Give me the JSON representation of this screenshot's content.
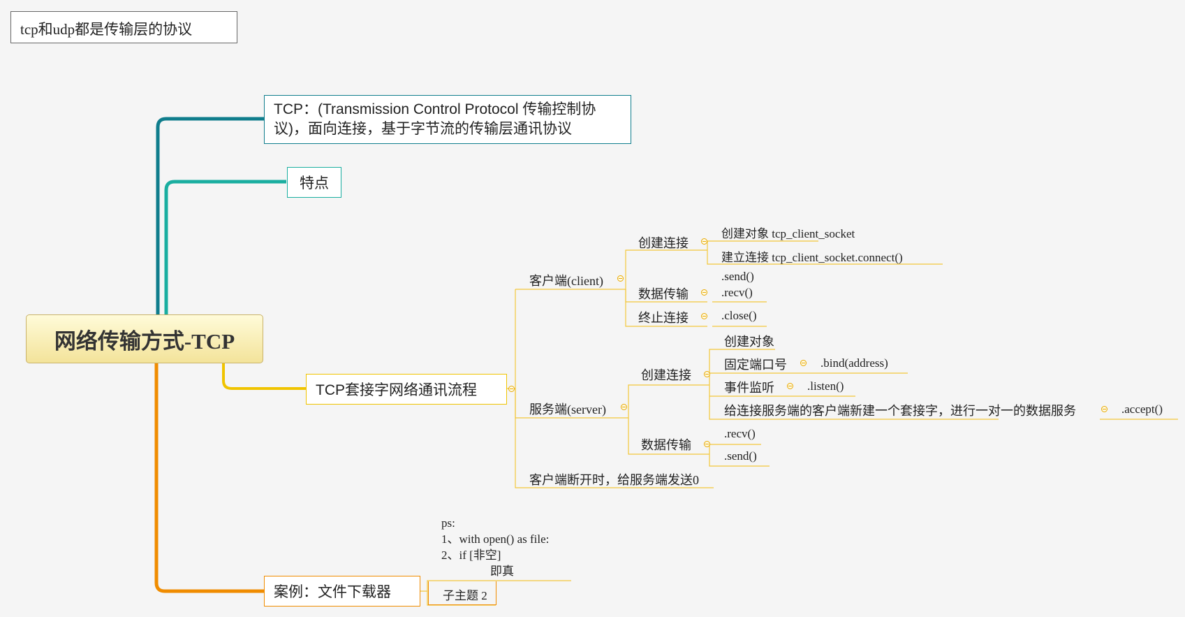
{
  "note": "tcp和udp都是传输层的协议",
  "root": "网络传输方式-TCP",
  "branches": {
    "tcp_def": "TCP：(Transmission Control Protocol 传输控制协议)，面向连接，基于字节流的传输层通讯协议",
    "tcp_def_line1": "TCP：(Transmission Control Protocol 传输控制协",
    "tcp_def_line2": "议)，面向连接，基于字节流的传输层通讯协议",
    "features": "特点",
    "flow": "TCP套接字网络通讯流程",
    "case": "案例：文件下载器"
  },
  "client": {
    "label": "客户端(client)",
    "connect": "创建连接",
    "create_obj": "创建对象 tcp_client_socket",
    "establish": "建立连接 tcp_client_socket.connect()",
    "transfer": "数据传输",
    "send": ".send()",
    "recv": ".recv()",
    "terminate": "终止连接",
    "close": ".close()"
  },
  "server": {
    "label": "服务端(server)",
    "connect": "创建连接",
    "create_obj": "创建对象",
    "bind_port": "固定端口号",
    "bind": ".bind(address)",
    "listen_event": "事件监听",
    "listen": ".listen()",
    "accept_desc": "给连接服务端的客户端新建一个套接字，进行一对一的数据服务",
    "accept": ".accept()",
    "transfer": "数据传输",
    "recv": ".recv()",
    "send": ".send()"
  },
  "disconnect": "客户端断开时，给服务端发送0",
  "case_note": {
    "l1": "ps:",
    "l2": "1、with open() as file:",
    "l3": "2、if [非空]",
    "l4": "即真"
  },
  "subtopic": "子主题 2",
  "colors": {
    "teal_dark": "#0f7d8c",
    "teal": "#1aaea0",
    "yellow": "#f0c400",
    "orange": "#f08c00",
    "thin": "#f3c73a"
  }
}
